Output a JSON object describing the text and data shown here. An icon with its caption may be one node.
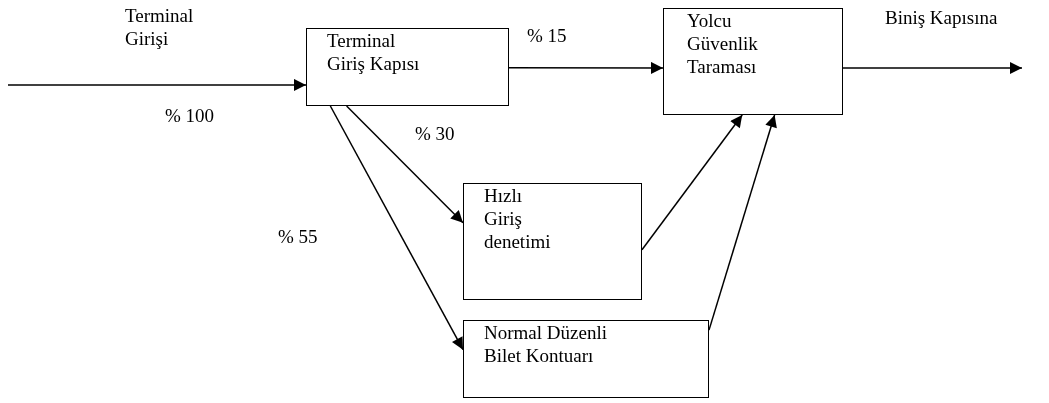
{
  "diagram": {
    "nodes": [
      {
        "text": [
          "Terminal Giriş Kapısı"
        ]
      },
      {
        "text": [
          "Yolcu Güvenlik Taraması"
        ]
      },
      {
        "text": [
          "Hızlı Giriş denetimi"
        ]
      },
      {
        "text": [
          "Normal Düzenli Bilet Kontuarı"
        ]
      }
    ],
    "edges": [
      {
        "from": null,
        "to": 0,
        "arrow": "to",
        "label": "% 100"
      },
      {
        "from": 0,
        "to": 1,
        "arrow": "to",
        "label": "% 15"
      },
      {
        "from": 0,
        "to": 2,
        "arrow": "to",
        "label": "% 30"
      },
      {
        "from": 0,
        "to": 3,
        "arrow": "to",
        "label": "% 55"
      },
      {
        "from": 2,
        "to": 1,
        "arrow": "to"
      },
      {
        "from": 3,
        "to": 1,
        "arrow": "to"
      },
      {
        "from": 1,
        "to": null,
        "arrow": "to",
        "label": "Biniş Kapısına"
      }
    ],
    "labels": [
      "Terminal Girişi"
    ]
  }
}
